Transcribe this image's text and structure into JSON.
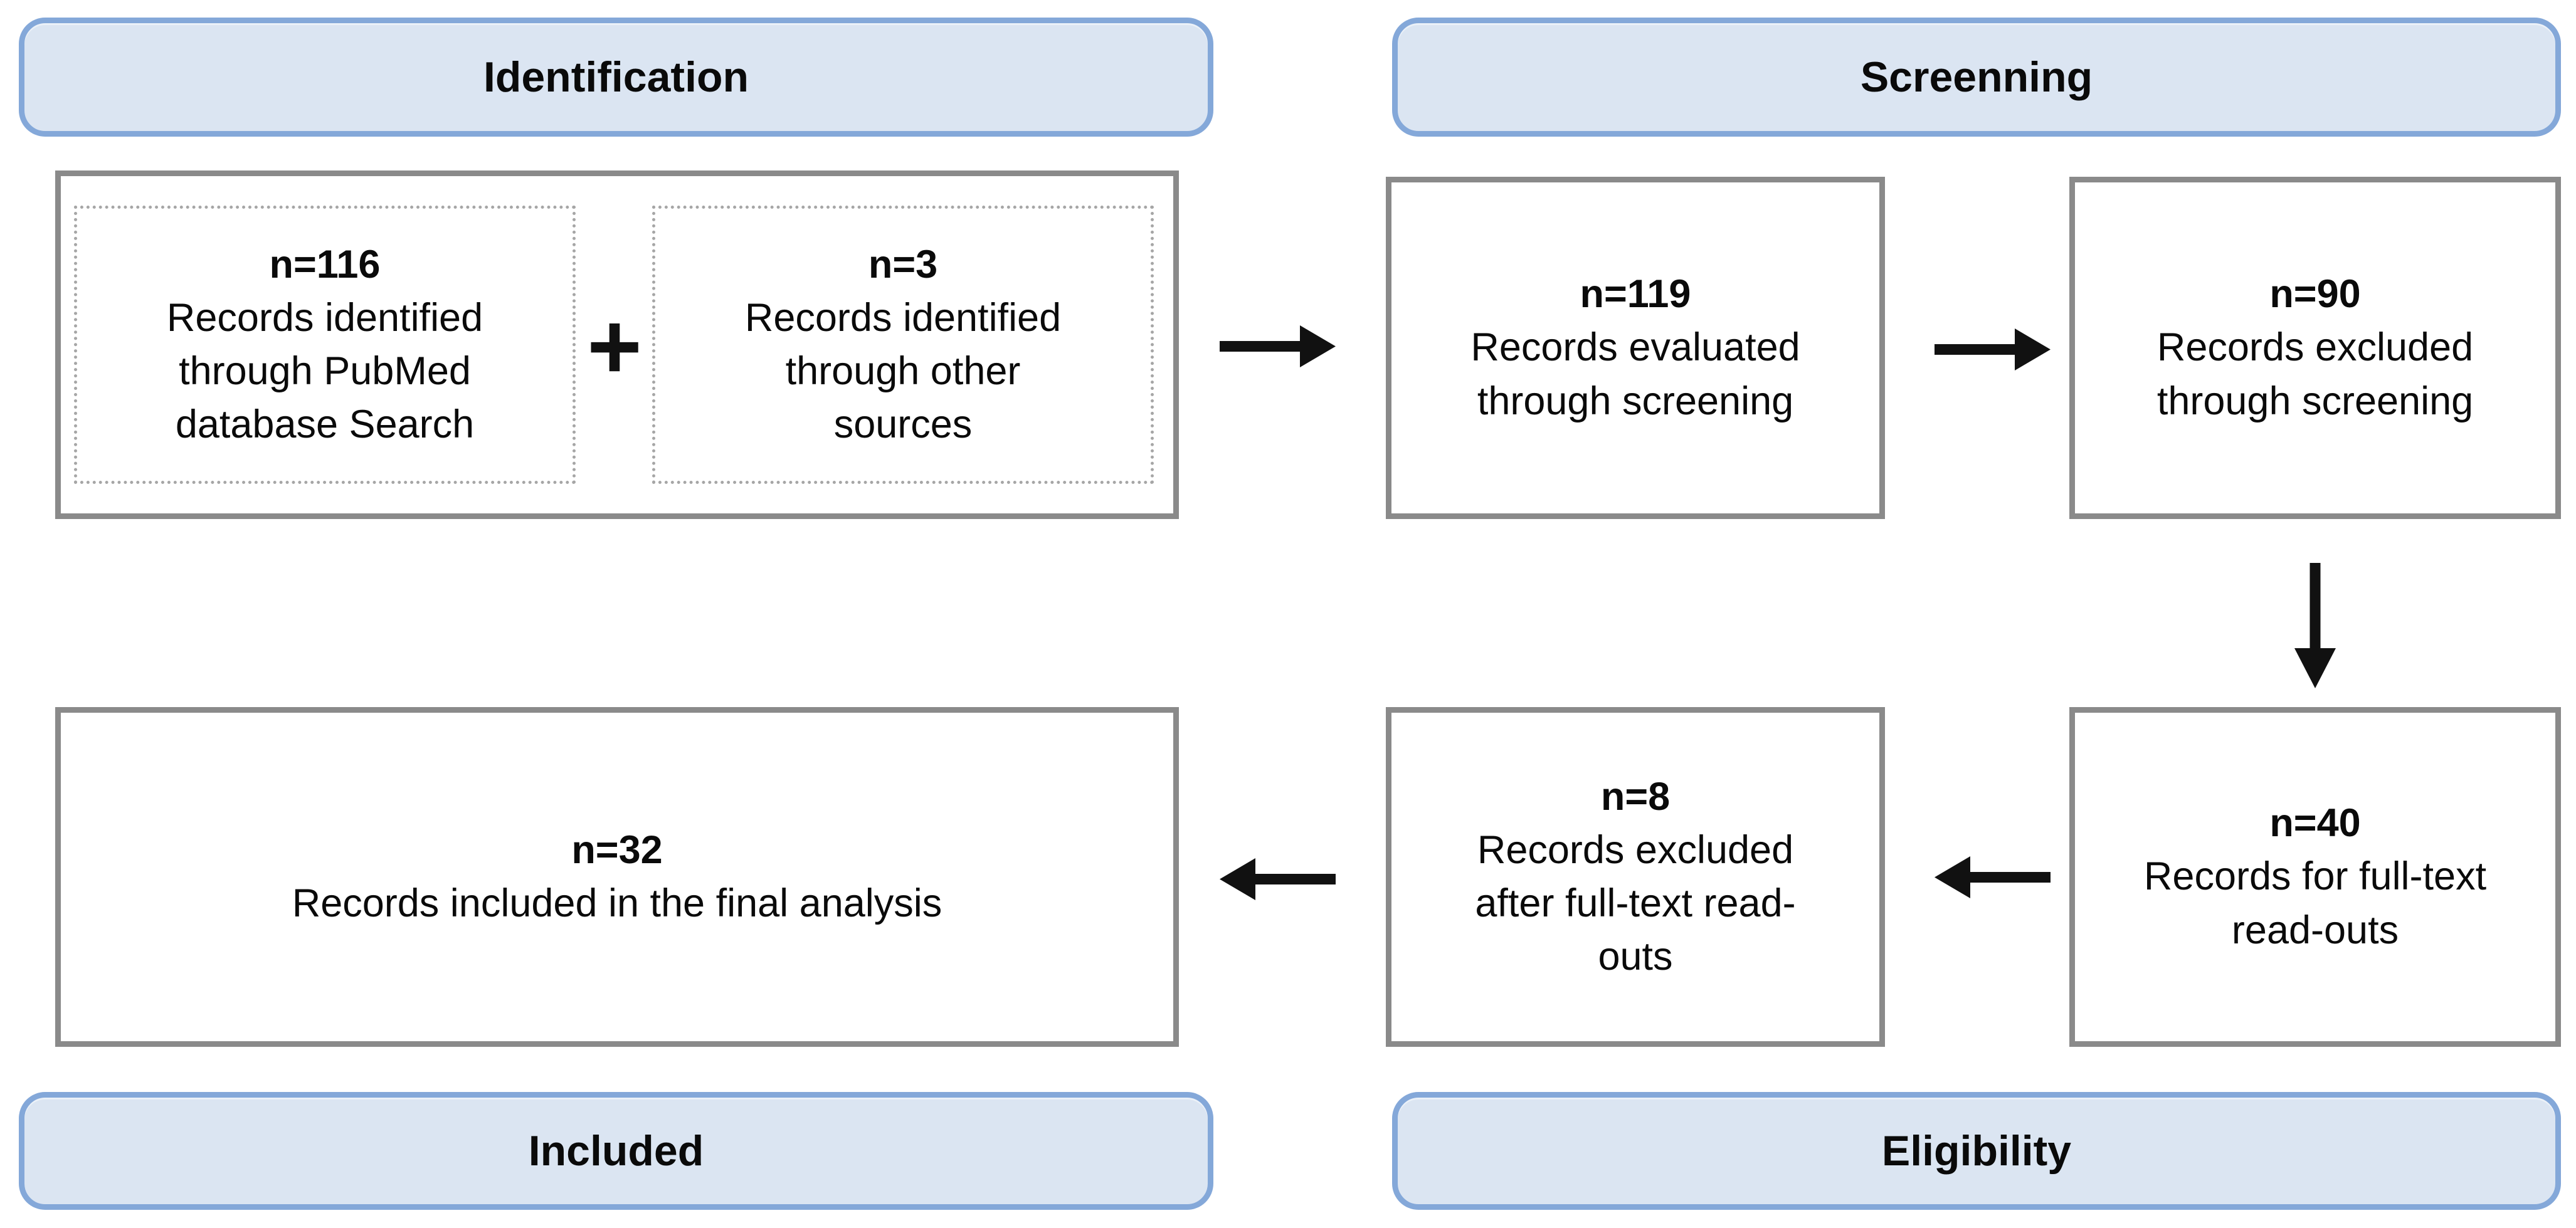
{
  "diagram": {
    "type": "prisma-flow",
    "stages": {
      "identification": {
        "label": "Identification"
      },
      "screening": {
        "label": "Screenning"
      },
      "included": {
        "label": "Included"
      },
      "eligibility": {
        "label": "Eligibility"
      }
    },
    "boxes": {
      "pubmed": {
        "count": "n=116",
        "label": "Records identified\nthrough PubMed\ndatabase Search"
      },
      "other_sources": {
        "count": "n=3",
        "label": "Records identified\nthrough other\nsources"
      },
      "evaluated": {
        "count": "n=119",
        "label": "Records evaluated\nthrough screening"
      },
      "excluded_screening": {
        "count": "n=90",
        "label": "Records excluded\nthrough screening"
      },
      "fulltext": {
        "count": "n=40",
        "label": "Records for full-text\nread-outs"
      },
      "excluded_fulltext": {
        "count": "n=8",
        "label": "Records excluded\nafter full-text read-\nouts"
      },
      "included_final": {
        "count": "n=32",
        "label": "Records included in the final analysis"
      }
    },
    "operators": {
      "plus": "+"
    },
    "colors": {
      "header_fill": "#dbe5f2",
      "header_border": "#84a8d9",
      "box_border": "#8a8a8a",
      "dotted_border": "#a6a6a6",
      "arrow": "#111111"
    }
  }
}
